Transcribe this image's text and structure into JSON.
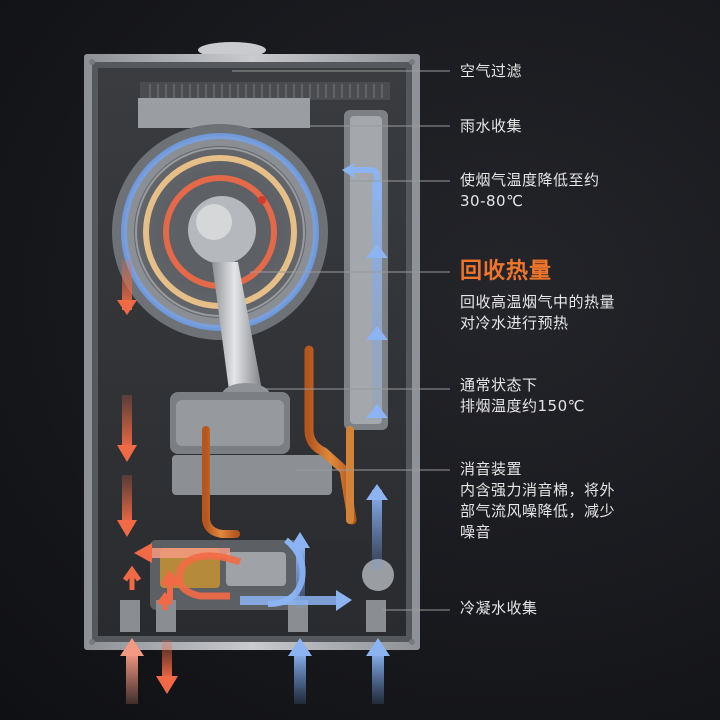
{
  "labels": {
    "air_filter": "空气过滤",
    "rain_collection": "雨水收集",
    "flue_cooling_line1": "使烟气温度降低至约",
    "flue_cooling_line2": "30-80℃",
    "heat_recovery_title": "回收热量",
    "heat_recovery_line1": "回收高温烟气中的热量",
    "heat_recovery_line2": "对冷水进行预热",
    "normal_state_line1": "通常状态下",
    "normal_state_line2": "排烟温度约150℃",
    "silencer_title": "消音装置",
    "silencer_line1": "内含强力消音棉，将外",
    "silencer_line2": "部气流风噪降低，减少",
    "silencer_line3": "噪音",
    "condensate_collection": "冷凝水收集"
  },
  "colors": {
    "hot_flow": "#f26a45",
    "cold_flow": "#6e9ee8",
    "highlight_text": "#f0742a",
    "leader_line": "#9a9a9a",
    "casing": "#a9acb1"
  },
  "icons": {
    "hot_arrow": "arrow-down-red",
    "cold_arrow": "arrow-up-blue"
  }
}
